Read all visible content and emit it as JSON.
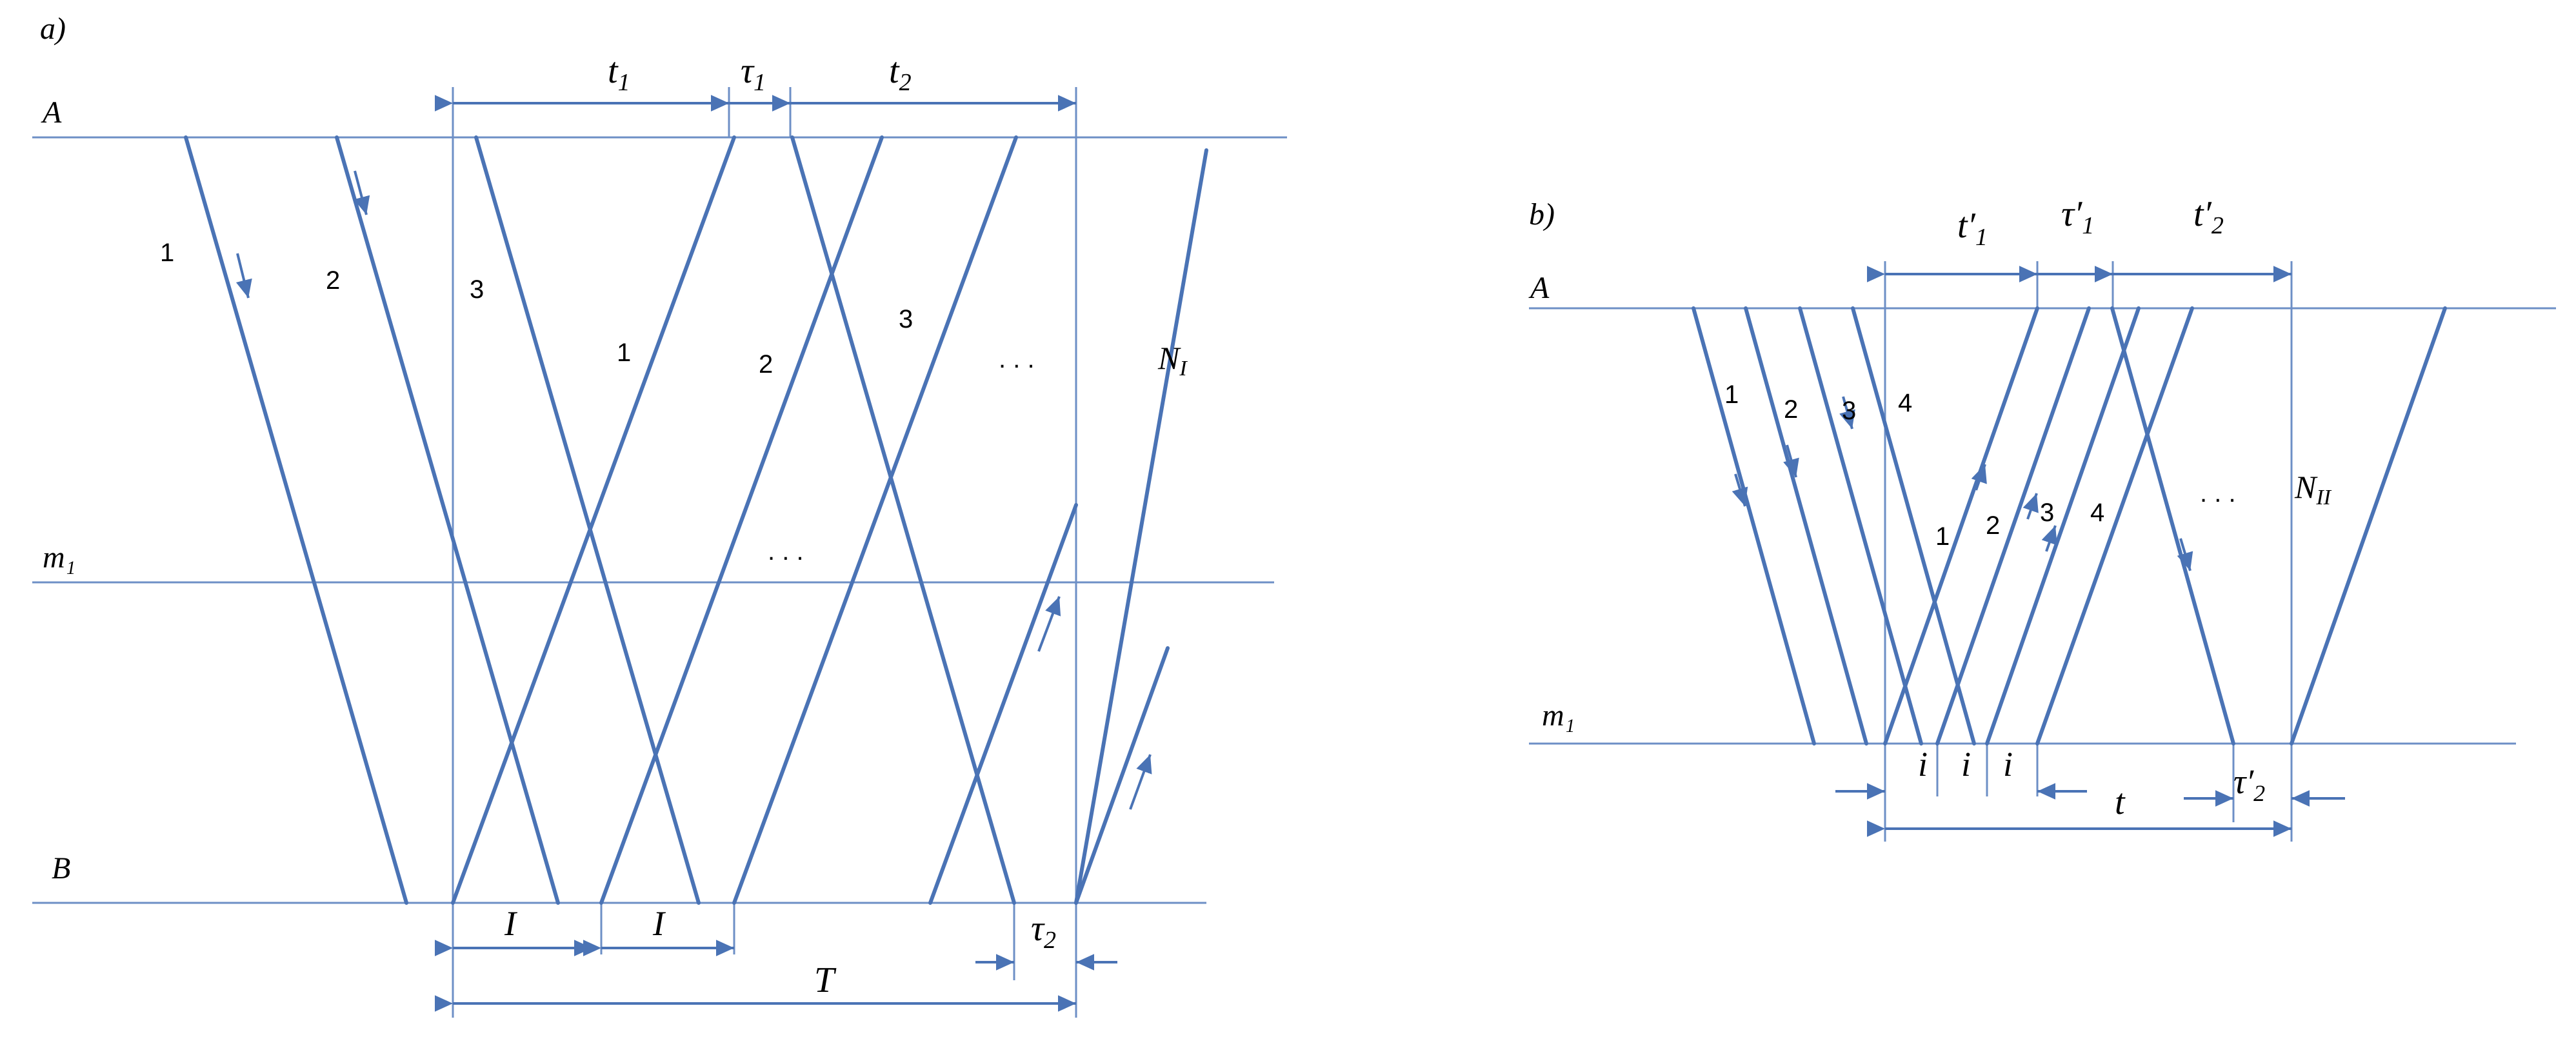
{
  "colors": {
    "line": "#4a73b5",
    "thin": "#6d8fc6",
    "text": "#000000"
  },
  "panel_a": {
    "tag": "a)",
    "level_top": "A",
    "level_mid": "m₁",
    "level_bottom": "B",
    "down_labels": [
      "1",
      "2",
      "3"
    ],
    "up_labels": [
      "1",
      "2",
      "3"
    ],
    "ellipsis": ". . .",
    "last_label_main": "N",
    "last_label_sub": "I",
    "dims": {
      "t1_main": "t",
      "t1_sub": "1",
      "tau1_main": "τ",
      "tau1_sub": "1",
      "t2_main": "t",
      "t2_sub": "2",
      "I": "I",
      "tau2_main": "τ",
      "tau2_sub": "2",
      "T": "T"
    }
  },
  "panel_b": {
    "tag": "b)",
    "level_top": "A",
    "level_bottom": "m₁",
    "down_labels": [
      "1",
      "2",
      "3",
      "4"
    ],
    "up_labels": [
      "1",
      "2",
      "3",
      "4"
    ],
    "ellipsis": ". . .",
    "last_label_main": "N",
    "last_label_sub": "II",
    "dims": {
      "t1_main": "t′",
      "t1_sub": "1",
      "tau1_main": "τ′",
      "tau1_sub": "1",
      "t2_main": "t′",
      "t2_sub": "2",
      "i": "i",
      "t": "t",
      "tau2_main": "τ′",
      "tau2_sub": "2"
    }
  }
}
